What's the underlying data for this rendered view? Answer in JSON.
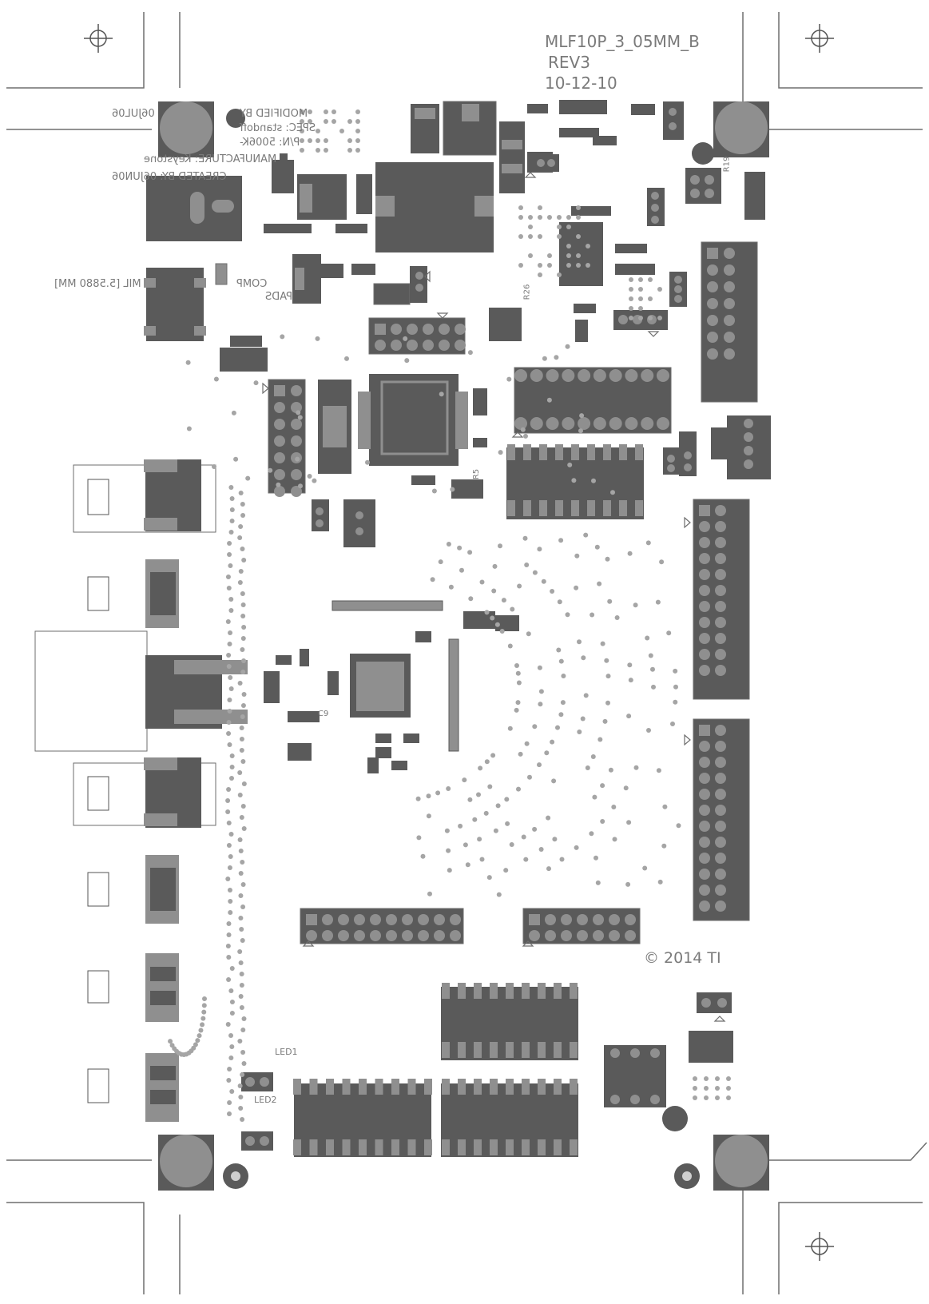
{
  "title_block": {
    "board_name": "MLF10P_3_05MM_B",
    "revision": "REV3",
    "date": "10-12-10",
    "copyright": "© 2014 TI"
  },
  "mirrored_notes": [
    "MODIFIED BY",
    "SPEC: standoff",
    "P/N: 5006K-",
    "MANUFACTURE: Keystone",
    "CREATED BY: 06JUN06",
    "06JUL06",
    "PADS",
    "COMP",
    "MIL [5.5880 MM]"
  ],
  "ref_labels": {
    "led1": "LED1",
    "led2": "LED2",
    "c9": "C9",
    "r5": "R5",
    "r26": "R26",
    "r19": "R19"
  },
  "colors": {
    "pad_dark": "#5a5a5a",
    "pad_light": "#8f8f8f",
    "outline": "#6e6e6e",
    "via": "#a5a5a5",
    "background": "#ffffff"
  }
}
